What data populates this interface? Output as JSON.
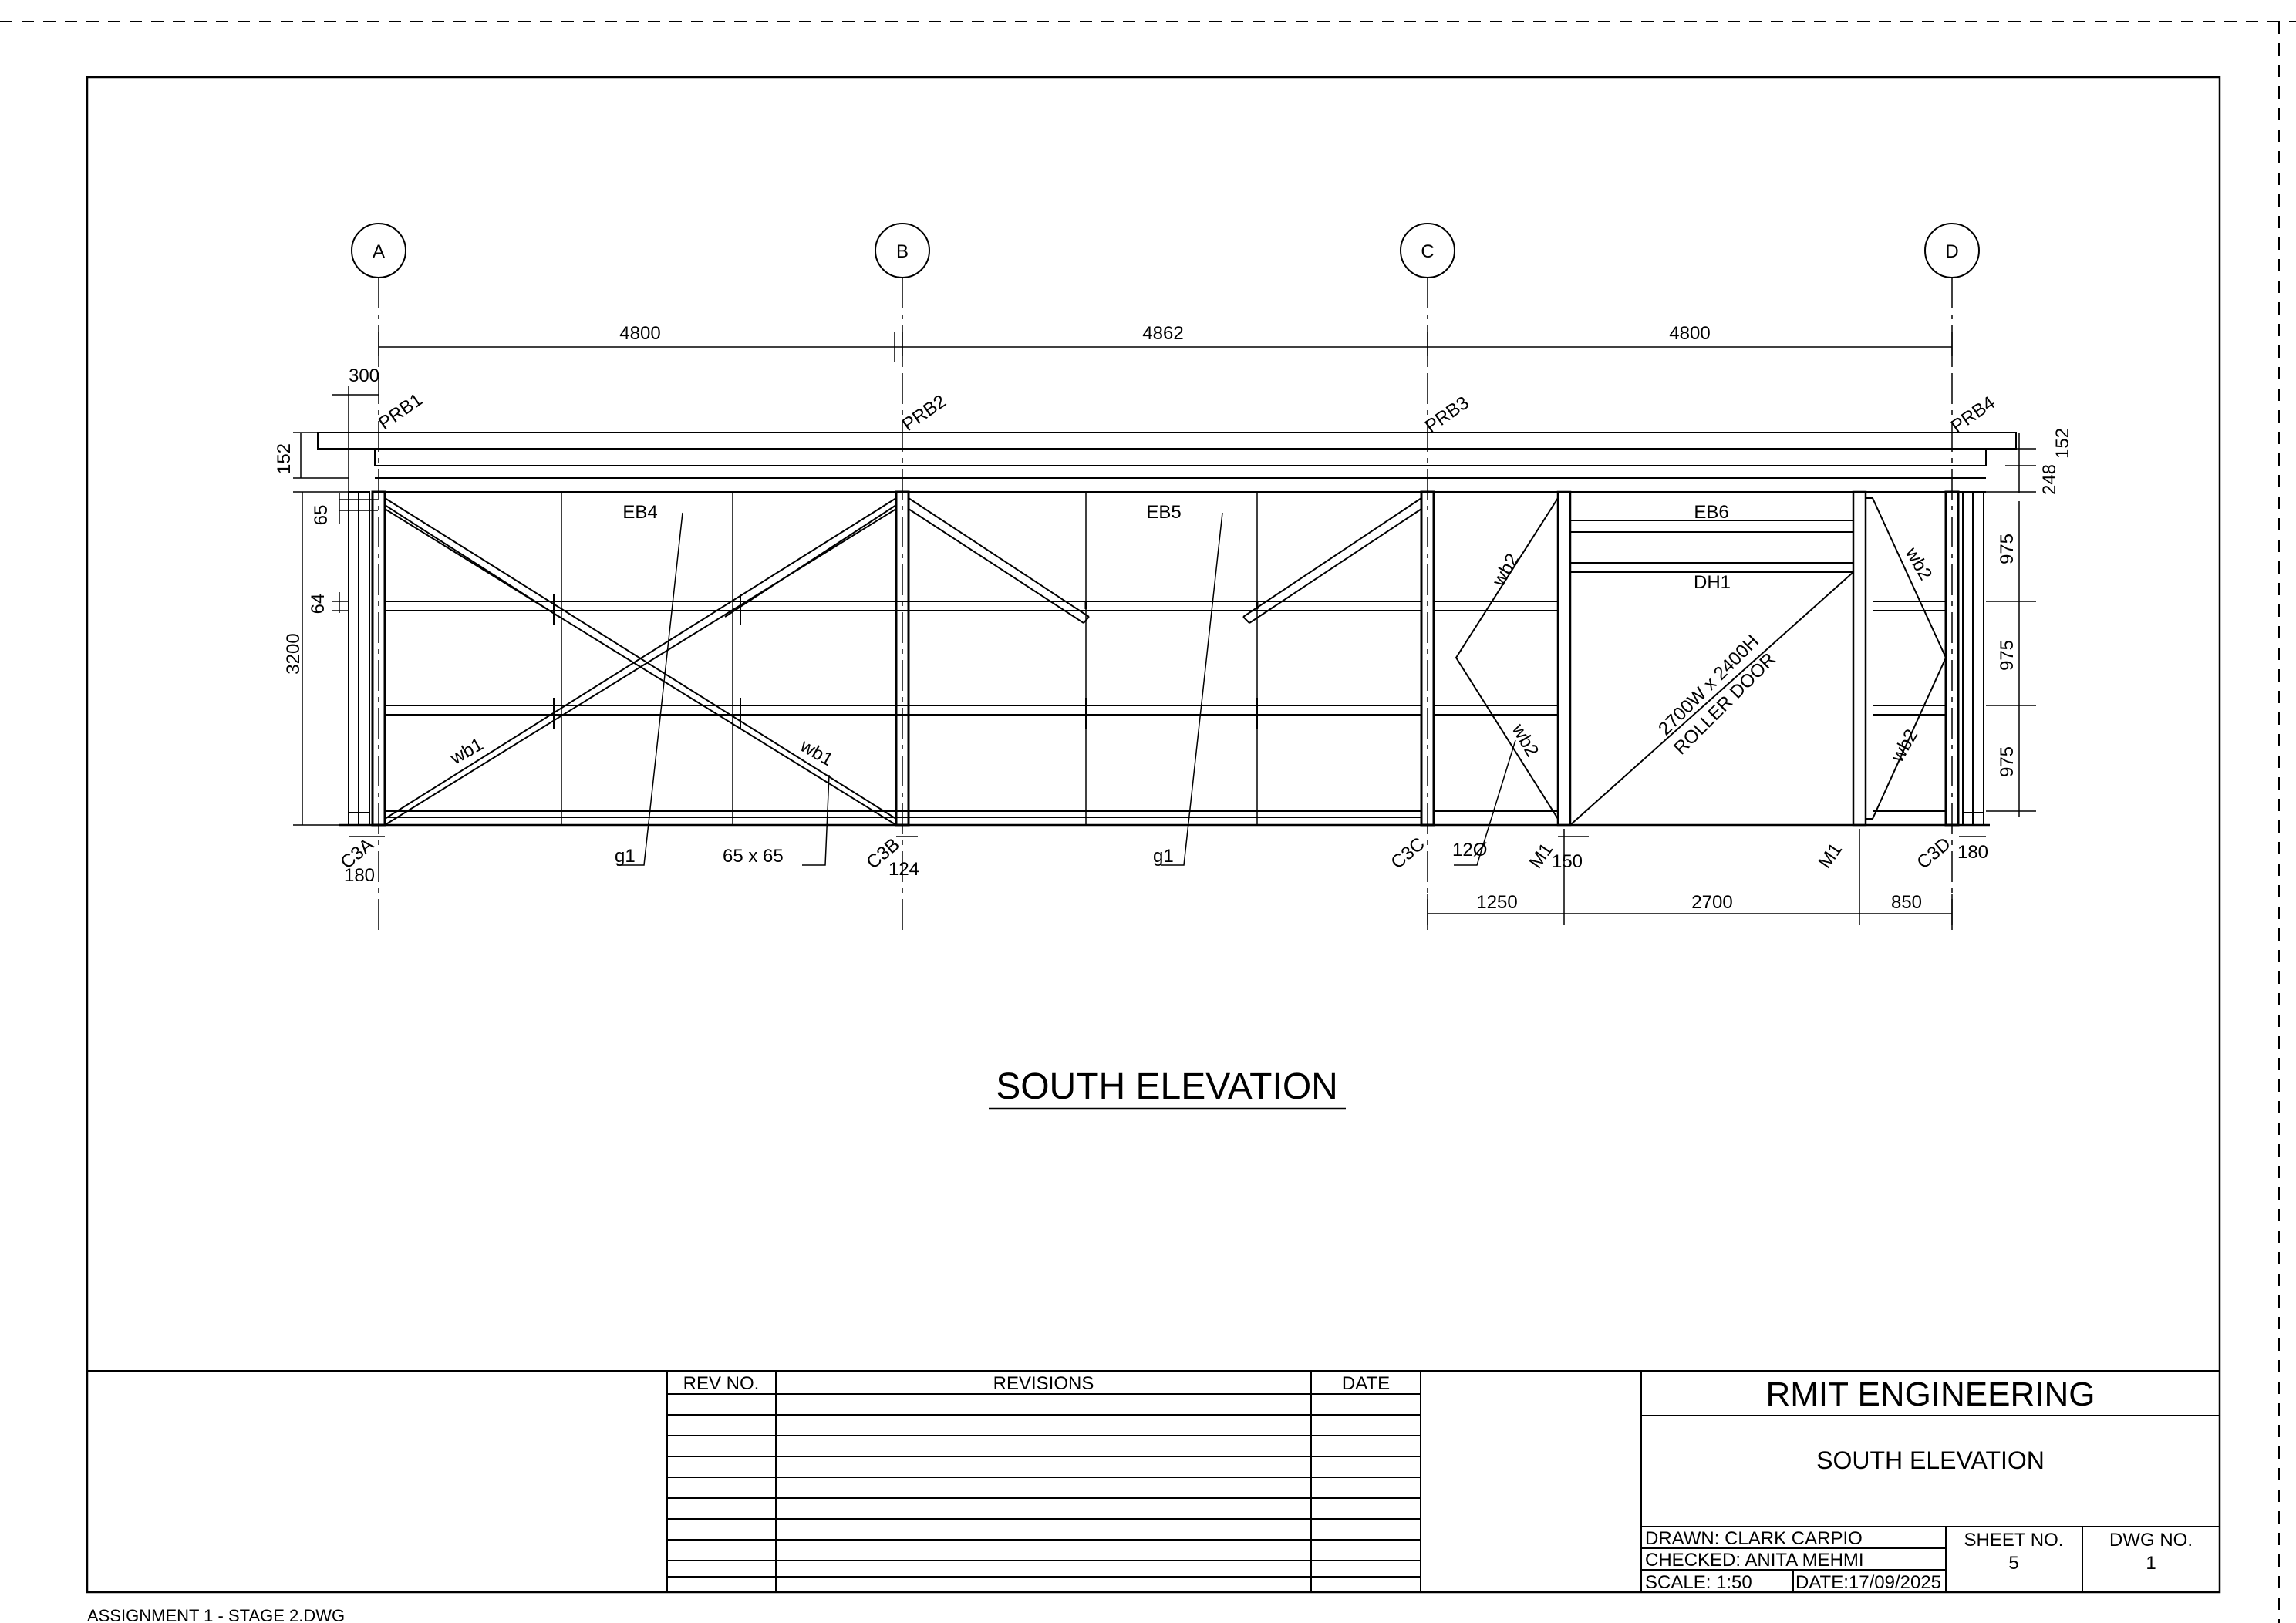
{
  "drawing": {
    "title": "SOUTH ELEVATION",
    "grid": [
      "A",
      "B",
      "C",
      "D"
    ],
    "spans": [
      "4800",
      "4862",
      "4800"
    ],
    "dims": {
      "d300": "300",
      "d152": "152",
      "d65": "65",
      "d64": "64",
      "d3200": "3200",
      "d248": "248",
      "d152r": "152",
      "d975a": "975",
      "d975b": "975",
      "d975c": "975",
      "d180l": "180",
      "d124": "124",
      "d150": "150",
      "d180r": "180",
      "d1250": "1250",
      "d2700": "2700",
      "d850": "850"
    },
    "labels": {
      "prb1": "PRB1",
      "prb2": "PRB2",
      "prb3": "PRB3",
      "prb4": "PRB4",
      "eb4": "EB4",
      "eb5": "EB5",
      "eb6": "EB6",
      "dh1": "DH1",
      "wb1a": "wb1",
      "wb1b": "wb1",
      "wb2a": "wb2",
      "wb2b": "wb2",
      "wb2c": "wb2",
      "wb2d": "wb2",
      "door1": "2700W x 2400H",
      "door2": "ROLLER DOOR",
      "c3a": "C3A",
      "c3b": "C3B",
      "c3c": "C3C",
      "c3d": "C3D",
      "g1a": "g1",
      "g1b": "g1",
      "ang": "65 x 65",
      "rod": "12Ø",
      "m1a": "M1",
      "m1b": "M1"
    }
  },
  "titleblock": {
    "company": "RMIT ENGINEERING",
    "sheet_title": "SOUTH ELEVATION",
    "drawn": "DRAWN: CLARK CARPIO",
    "checked": "CHECKED: ANITA MEHMI",
    "scale": "SCALE: 1:50",
    "date": "DATE:17/09/2025",
    "sheet_no_label": "SHEET NO.",
    "sheet_no": "5",
    "dwg_no_label": "DWG NO.",
    "dwg_no": "1",
    "rev_no": "REV NO.",
    "revisions": "REVISIONS",
    "date_col": "DATE"
  },
  "file_name": "ASSIGNMENT 1 - STAGE 2.DWG"
}
